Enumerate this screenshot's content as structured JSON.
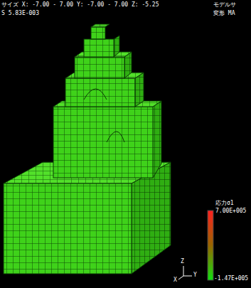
{
  "diagram": {
    "labels": [
      "サイズ X: -7.00 - 7.00 Y: -7.00 - 7.00 Z: -5.25",
      "S 5.83E-003",
      "モデルサ",
      "変形 MA",
      "応力σ1",
      "7.00E+005",
      "-1.47E+005",
      "Z",
      "Y",
      "X"
    ]
  }
}
